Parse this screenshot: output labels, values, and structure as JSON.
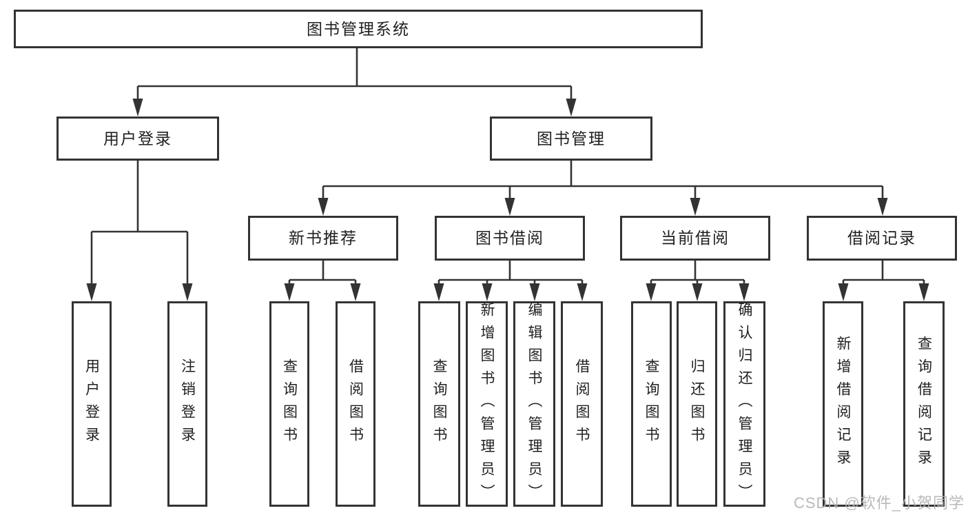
{
  "colors": {
    "line": "#333333",
    "border": "#333333",
    "text": "#1f1f1f",
    "watermark": "#b2b2b2",
    "background": "#ffffff"
  },
  "watermark": {
    "text": "CSDN @软件_小贺同学"
  },
  "tree": {
    "label": "图书管理系统",
    "children": [
      {
        "label": "用户登录",
        "children": [
          {
            "label": "用户登录"
          },
          {
            "label": "注销登录"
          }
        ]
      },
      {
        "label": "图书管理",
        "children": [
          {
            "label": "新书推荐",
            "children": [
              {
                "label": "查询图书"
              },
              {
                "label": "借阅图书"
              }
            ]
          },
          {
            "label": "图书借阅",
            "children": [
              {
                "label": "查询图书"
              },
              {
                "label": "新增图书（管理员）"
              },
              {
                "label": "编辑图书（管理员）"
              },
              {
                "label": "借阅图书"
              }
            ]
          },
          {
            "label": "当前借阅",
            "children": [
              {
                "label": "查询图书"
              },
              {
                "label": "归还图书"
              },
              {
                "label": "确认归还（管理员）"
              }
            ]
          },
          {
            "label": "借阅记录",
            "children": [
              {
                "label": "新增借阅记录"
              },
              {
                "label": "查询借阅记录"
              }
            ]
          }
        ]
      }
    ]
  }
}
